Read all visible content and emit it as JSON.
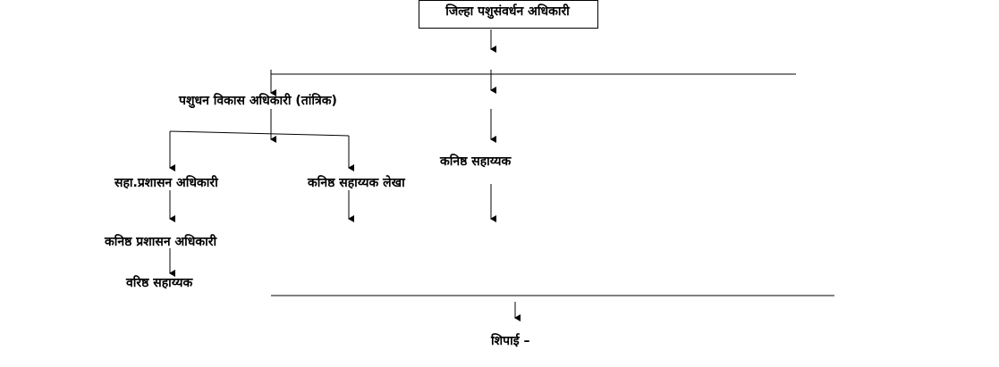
{
  "nodes": {
    "top": "जिल्हा पशुसंवर्धन अधिकारी",
    "technical_officer": "पशुधन विकास अधिकारी (तांत्रिक)",
    "junior_assistant_right": "कनिष्ठ सहाय्यक",
    "assistant_admin_officer": "सहा.प्रशासन अधिकारी",
    "junior_assistant_accounts": "कनिष्ठ सहाय्यक लेखा",
    "junior_admin_officer": "कनिष्ठ प्रशासन अधिकारी",
    "senior_assistant": "वरिष्ठ सहाय्यक",
    "peon": "शिपाई –"
  }
}
